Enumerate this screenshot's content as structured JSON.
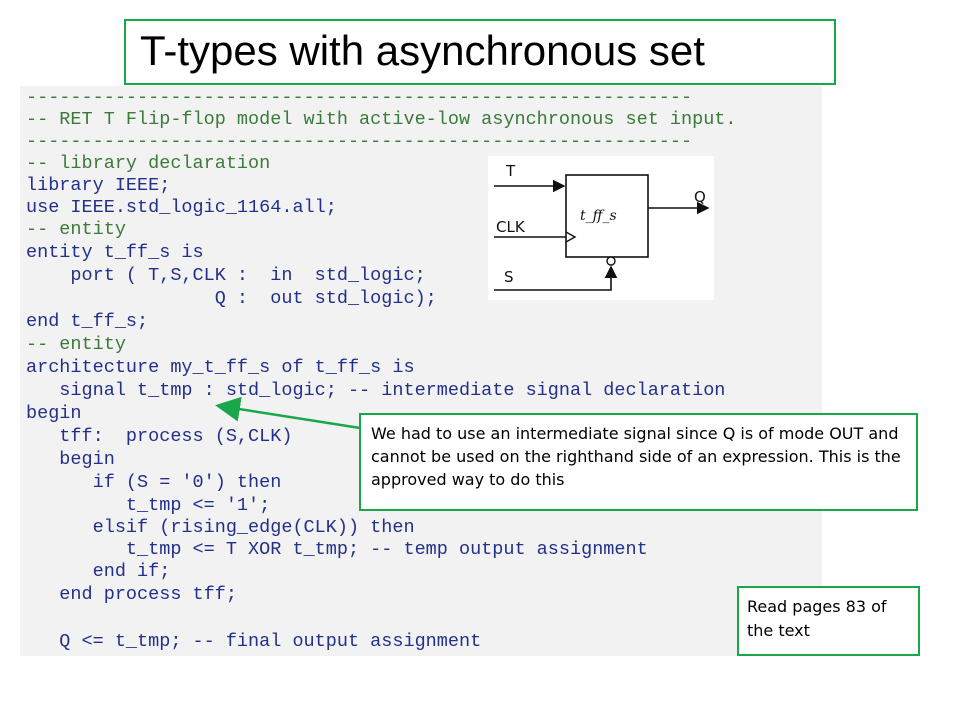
{
  "slide": {
    "title": "T-types with asynchronous set"
  },
  "code": {
    "lines": [
      {
        "text": "------------------------------------------------------------",
        "kind": "comment"
      },
      {
        "text": "-- RET T Flip-flop model with active-low asynchronous set input.",
        "kind": "comment"
      },
      {
        "text": "------------------------------------------------------------",
        "kind": "comment"
      },
      {
        "text": "-- library declaration",
        "kind": "comment"
      },
      {
        "text": "library IEEE;",
        "kind": "keyword"
      },
      {
        "text": "use IEEE.std_logic_1164.all;",
        "kind": "keyword"
      },
      {
        "text": "-- entity",
        "kind": "comment"
      },
      {
        "text": "entity t_ff_s is",
        "kind": "keyword"
      },
      {
        "text": "    port ( T,S,CLK :  in  std_logic;",
        "kind": "keyword"
      },
      {
        "text": "                 Q :  out std_logic);",
        "kind": "keyword"
      },
      {
        "text": "end t_ff_s;",
        "kind": "keyword"
      },
      {
        "text": "-- entity",
        "kind": "comment"
      },
      {
        "text": "architecture my_t_ff_s of t_ff_s is",
        "kind": "keyword"
      },
      {
        "text": "   signal t_tmp : std_logic; -- intermediate signal declaration",
        "kind": "keyword"
      },
      {
        "text": "begin",
        "kind": "keyword"
      },
      {
        "text": "   tff:  process (S,CLK)",
        "kind": "keyword"
      },
      {
        "text": "   begin",
        "kind": "keyword"
      },
      {
        "text": "      if (S = '0') then",
        "kind": "keyword"
      },
      {
        "text": "         t_tmp <= '1';",
        "kind": "keyword"
      },
      {
        "text": "      elsif (rising_edge(CLK)) then",
        "kind": "keyword"
      },
      {
        "text": "         t_tmp <= T XOR t_tmp; -- temp output assignment",
        "kind": "keyword"
      },
      {
        "text": "      end if;",
        "kind": "keyword"
      },
      {
        "text": "   end process tff;",
        "kind": "keyword"
      },
      {
        "text": "",
        "kind": "keyword"
      },
      {
        "text": "   Q <= t_tmp; -- final output assignment",
        "kind": "keyword"
      }
    ]
  },
  "diagram": {
    "input_t": "T",
    "input_clk": "CLK",
    "input_s": "S",
    "output_q": "Q",
    "module_name": "t_ff_s"
  },
  "callout": {
    "text": "We had to use an intermediate signal since Q is of mode OUT and cannot be used on the righthand side of an expression. This is the approved way to do this"
  },
  "note": {
    "text": "Read pages 83 of the text"
  },
  "colors": {
    "border_accent": "#1aa64a",
    "code_background": "#f2f2f2",
    "comment_text": "#3a7a3a",
    "keyword_text": "#23308a"
  }
}
